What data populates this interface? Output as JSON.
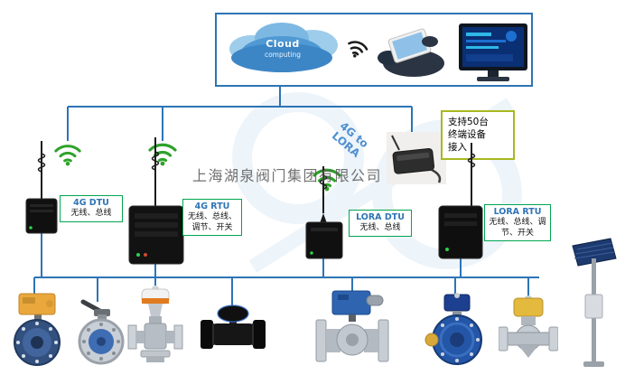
{
  "watermark": {
    "company_name": "上海湖泉阀门集团有限公司"
  },
  "cloud_platform": {
    "title": "Cloud",
    "subtitle": "computing"
  },
  "callout": {
    "line1": "支持50台",
    "line2": "终端设备",
    "line3": "接入"
  },
  "gateway": {
    "line1": "4G to",
    "line2": "LORA"
  },
  "devices": [
    {
      "name": "4G DTU",
      "desc": "无线、总线"
    },
    {
      "name": "4G RTU",
      "desc": "无线、总线、调节、开关"
    },
    {
      "name": "LORA DTU",
      "desc": "无线、总线"
    },
    {
      "name": "LORA RTU",
      "desc": "无线、总线、调节、开关"
    }
  ],
  "icons": {
    "cloud": "cloud-computing-image",
    "wifi_black": "wifi-signal-icon",
    "wifi_green": "wifi-signal-icon-green",
    "phone": "hand-holding-phone-image",
    "monitor": "desktop-monitor-image",
    "antenna": "whip-antenna-icon"
  },
  "equipment": [
    "electric-butterfly-valve",
    "manual-butterfly-valve",
    "electric-gate-valve",
    "black-ball-valve",
    "electric-flanged-ball-valve",
    "electric-flow-valve",
    "electric-globe-valve",
    "solar-power-station"
  ],
  "colors": {
    "connector_blue": "#2e74b5",
    "label_border_green": "#00a650",
    "callout_border_olive": "#a8b820",
    "device_name_blue": "#2e74b5",
    "wifi_green": "#2ea22a",
    "watermark_gray": "#595959"
  }
}
